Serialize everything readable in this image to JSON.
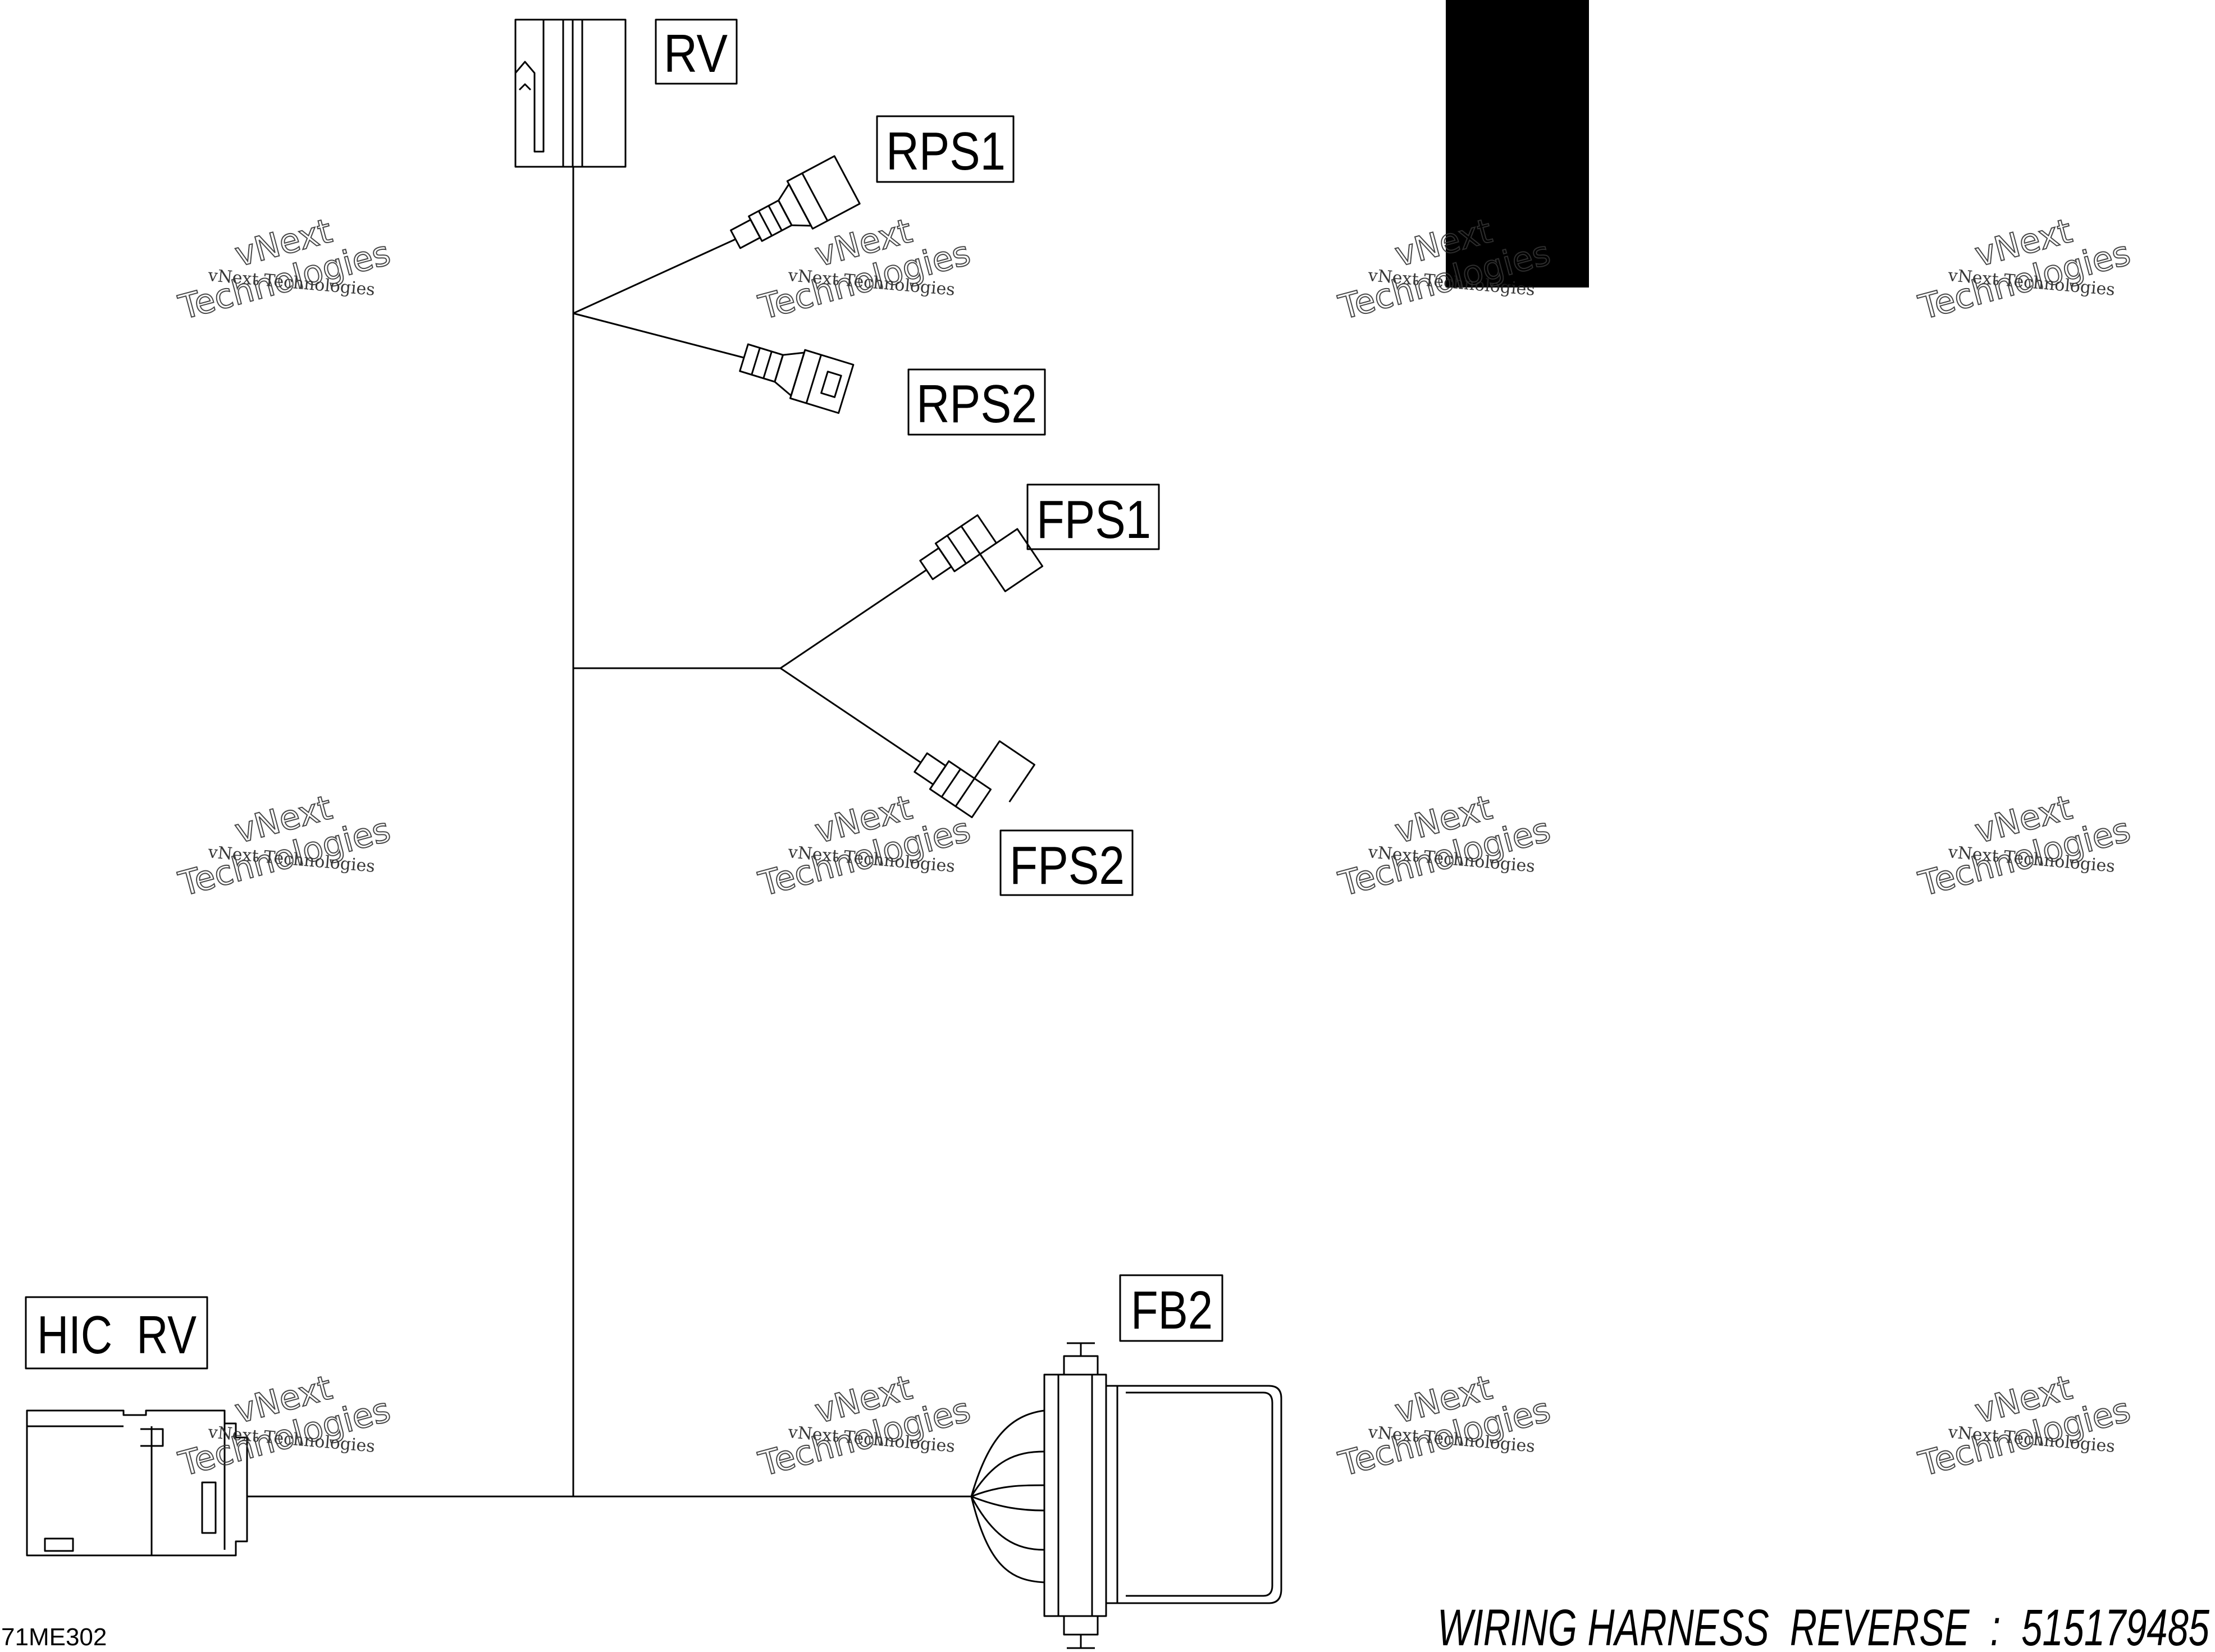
{
  "labels": {
    "rv": "RV",
    "rps1": "RPS1",
    "rps2": "RPS2",
    "fps1": "FPS1",
    "fps2": "FPS2",
    "fb2": "FB2",
    "hic_rv": "HIC  RV"
  },
  "title": "WIRING HARNESS  REVERSE  :  515179485",
  "figure_code": "71ME302",
  "watermark": {
    "line1": "vNext Technologies",
    "line2": "vNext",
    "line3": "Technologies"
  },
  "colors": {
    "ink": "#000000",
    "background": "#ffffff",
    "redaction": "#000000"
  }
}
